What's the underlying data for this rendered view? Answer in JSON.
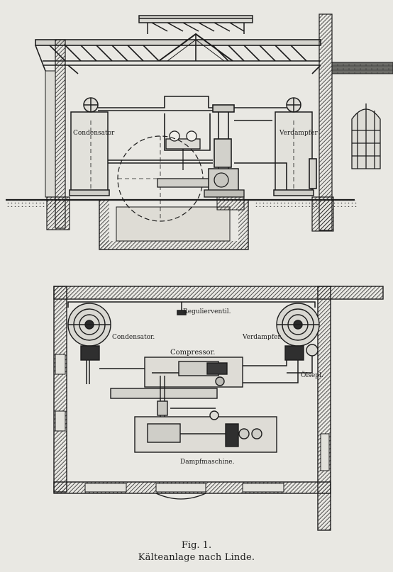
{
  "elevation": {
    "labels": {
      "condensator": "Condensator",
      "verdampfer": "Verdampfer"
    }
  },
  "plan": {
    "labels": {
      "regulierventil": "Regulierventil.",
      "condensator": "Condensator.",
      "verdampfer": "Verdampfer.",
      "compressor": "Compressor.",
      "oelsepl": "Ölsepl.",
      "dampfmaschine": "Dampfmaschine."
    }
  },
  "caption": {
    "figure_number": "Fig. 1.",
    "title": "Kälteanlage nach Linde."
  },
  "colors": {
    "paper": "#e9e8e3",
    "ink": "#1c1c1c",
    "hatch": "#3a3a3a"
  }
}
